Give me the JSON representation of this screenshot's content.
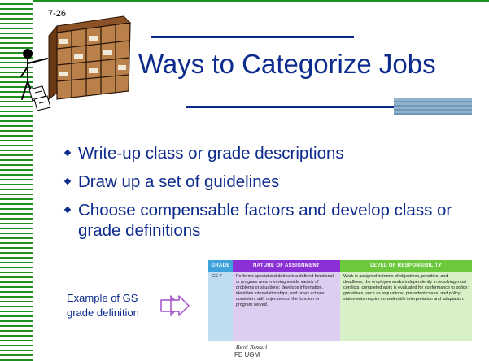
{
  "slide": {
    "number": "7-26",
    "title": "Ways to Categorize Jobs",
    "bullets": [
      "Write-up class or grade descriptions",
      "Draw up a set of guidelines",
      "Choose compensable factors and develop class or grade definitions"
    ],
    "example_label": "Example of GS grade definition",
    "signature": "Reni Rosari",
    "footer_org": "FE UGM"
  },
  "grade_table": {
    "headers": [
      "GRADE",
      "NATURE OF ASSIGNMENT",
      "LEVEL OF RESPONSIBILITY"
    ],
    "grade": "GS-7",
    "nature": "Performs specialized duties in a defined functional or program area involving a wide variety of problems or situations; develops information, identifies interrelationships, and takes actions consistent with objectives of the function or program served.",
    "responsibility": "Work is assigned in terms of objectives, priorities, and deadlines; the employee works independently in resolving most conflicts; completed work is evaluated for conformance to policy; guidelines, such as regulations, precedent cases, and policy statements require considerable interpretation and adaptation."
  },
  "colors": {
    "title_blue": "#0c2b8c",
    "stripe_green": "#1f8f1f",
    "grade_header": "#3ea2dd",
    "nature_header": "#8b2fd6",
    "level_header": "#6cc93c"
  },
  "icons": [
    "filing-cabinet-clipart",
    "double-arrow-icon",
    "bullet-diamond-icon"
  ]
}
